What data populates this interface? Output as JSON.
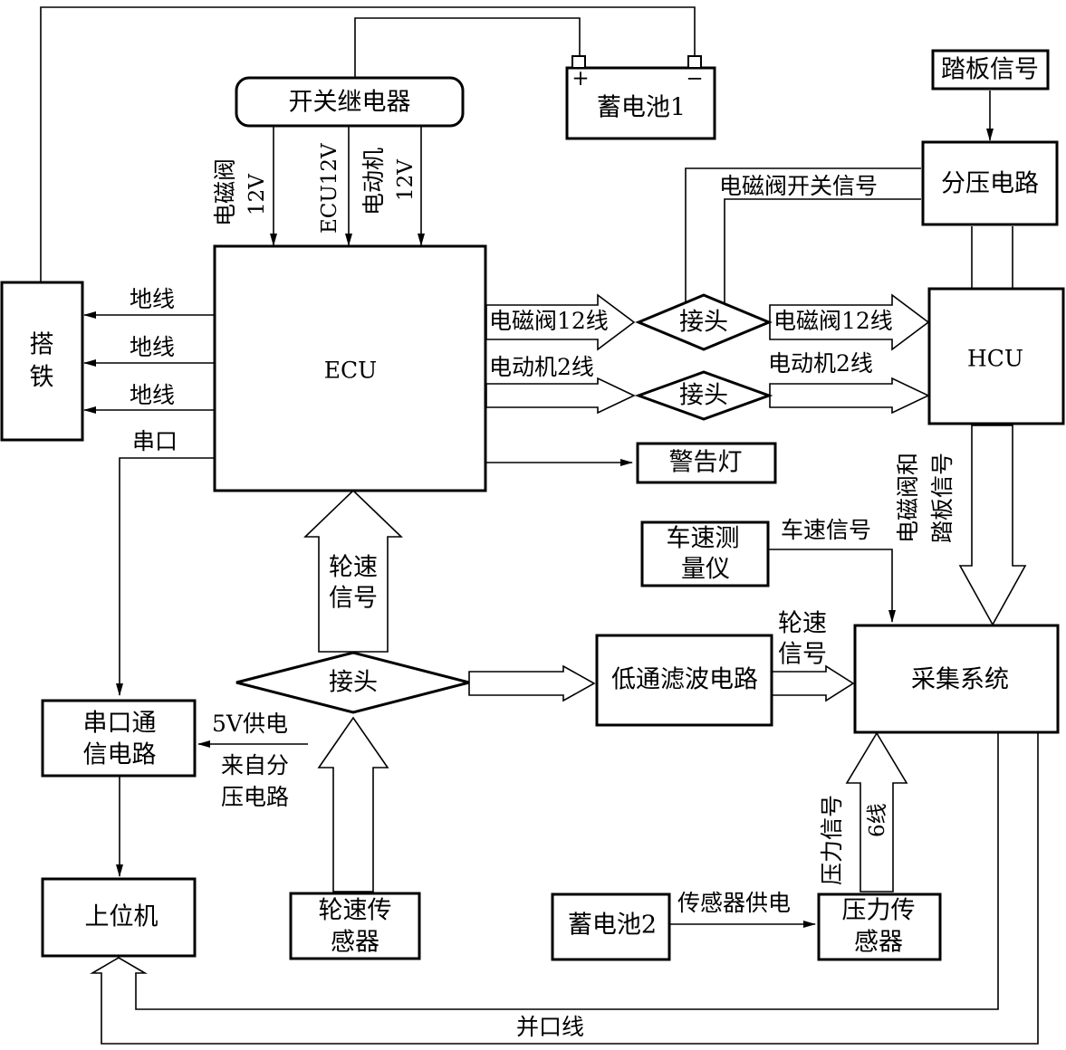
{
  "blocks": {
    "relay": "开关继电器",
    "battery1": "蓄电池1",
    "battery1_plus": "+",
    "battery1_minus": "−",
    "ground": [
      "搭",
      "铁"
    ],
    "ecu": "ECU",
    "pedal_signal": "踏板信号",
    "divider": "分压电路",
    "hcu": "HCU",
    "joint1": "接头",
    "joint2": "接头",
    "joint3": "接头",
    "warning_lamp": "警告灯",
    "speed_meter": [
      "车速测",
      "量仪"
    ],
    "lowpass": "低通滤波电路",
    "acquisition": "采集系统",
    "serial_comm": [
      "串口通",
      "信电路"
    ],
    "host": "上位机",
    "wheel_sensor": [
      "轮速传",
      "感器"
    ],
    "battery2": "蓄电池2",
    "pressure_sensor": [
      "压力传",
      "感器"
    ]
  },
  "labels": {
    "relay_out1": [
      "电磁阀",
      "12V"
    ],
    "relay_out2": "ECU12V",
    "relay_out3": [
      "电动机",
      "12V"
    ],
    "ground1": "地线",
    "ground2": "地线",
    "ground3": "地线",
    "serial": "串口",
    "valve_switch": "电磁阀开关信号",
    "valve12_a": "电磁阀12线",
    "valve12_b": "电磁阀12线",
    "motor2_a": "电动机2线",
    "motor2_b": "电动机2线",
    "wheel_speed_up": [
      "轮速",
      "信号"
    ],
    "vehicle_speed": "车速信号",
    "valve_pedal": [
      "电磁阀和",
      "踏板信号"
    ],
    "wheel_speed_right": [
      "轮速",
      "信号"
    ],
    "power_5v": "5V供电",
    "from_divider": [
      "来自分",
      "压电路"
    ],
    "pressure_signal": "压力信号",
    "six_wire": "6线",
    "sensor_power": "传感器供电",
    "parallel": "并口线"
  }
}
